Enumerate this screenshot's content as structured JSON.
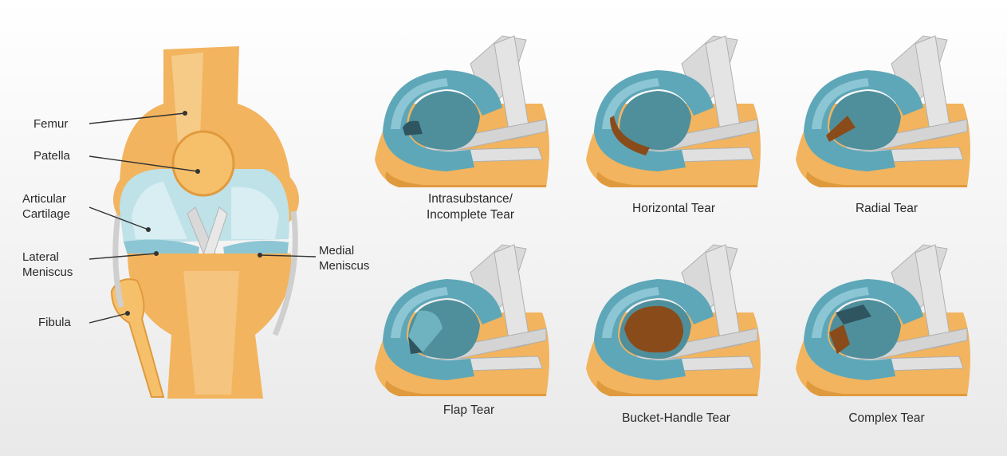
{
  "anatomy_labels": {
    "femur": "Femur",
    "patella": "Patella",
    "articular_cartilage": "Articular\nCartilage",
    "lateral_meniscus": "Lateral\nMeniscus",
    "fibula": "Fibula",
    "medial_meniscus": "Medial\nMeniscus"
  },
  "tear_types": [
    {
      "caption": "Intrasubstance/\nIncomplete Tear"
    },
    {
      "caption": "Horizontal Tear"
    },
    {
      "caption": "Radial Tear"
    },
    {
      "caption": "Flap Tear"
    },
    {
      "caption": "Bucket-Handle Tear"
    },
    {
      "caption": "Complex Tear"
    }
  ],
  "colors": {
    "bone": "#f2b45e",
    "bone_light": "#f8d49a",
    "bone_dark": "#e09a3e",
    "cartilage": "#bfe1e8",
    "meniscus": "#5ea7b8",
    "meniscus_light": "#8cc6d4",
    "ligament": "#d9d9d9",
    "tear": "#8a4b1a",
    "tear_dark": "#2f5560"
  }
}
